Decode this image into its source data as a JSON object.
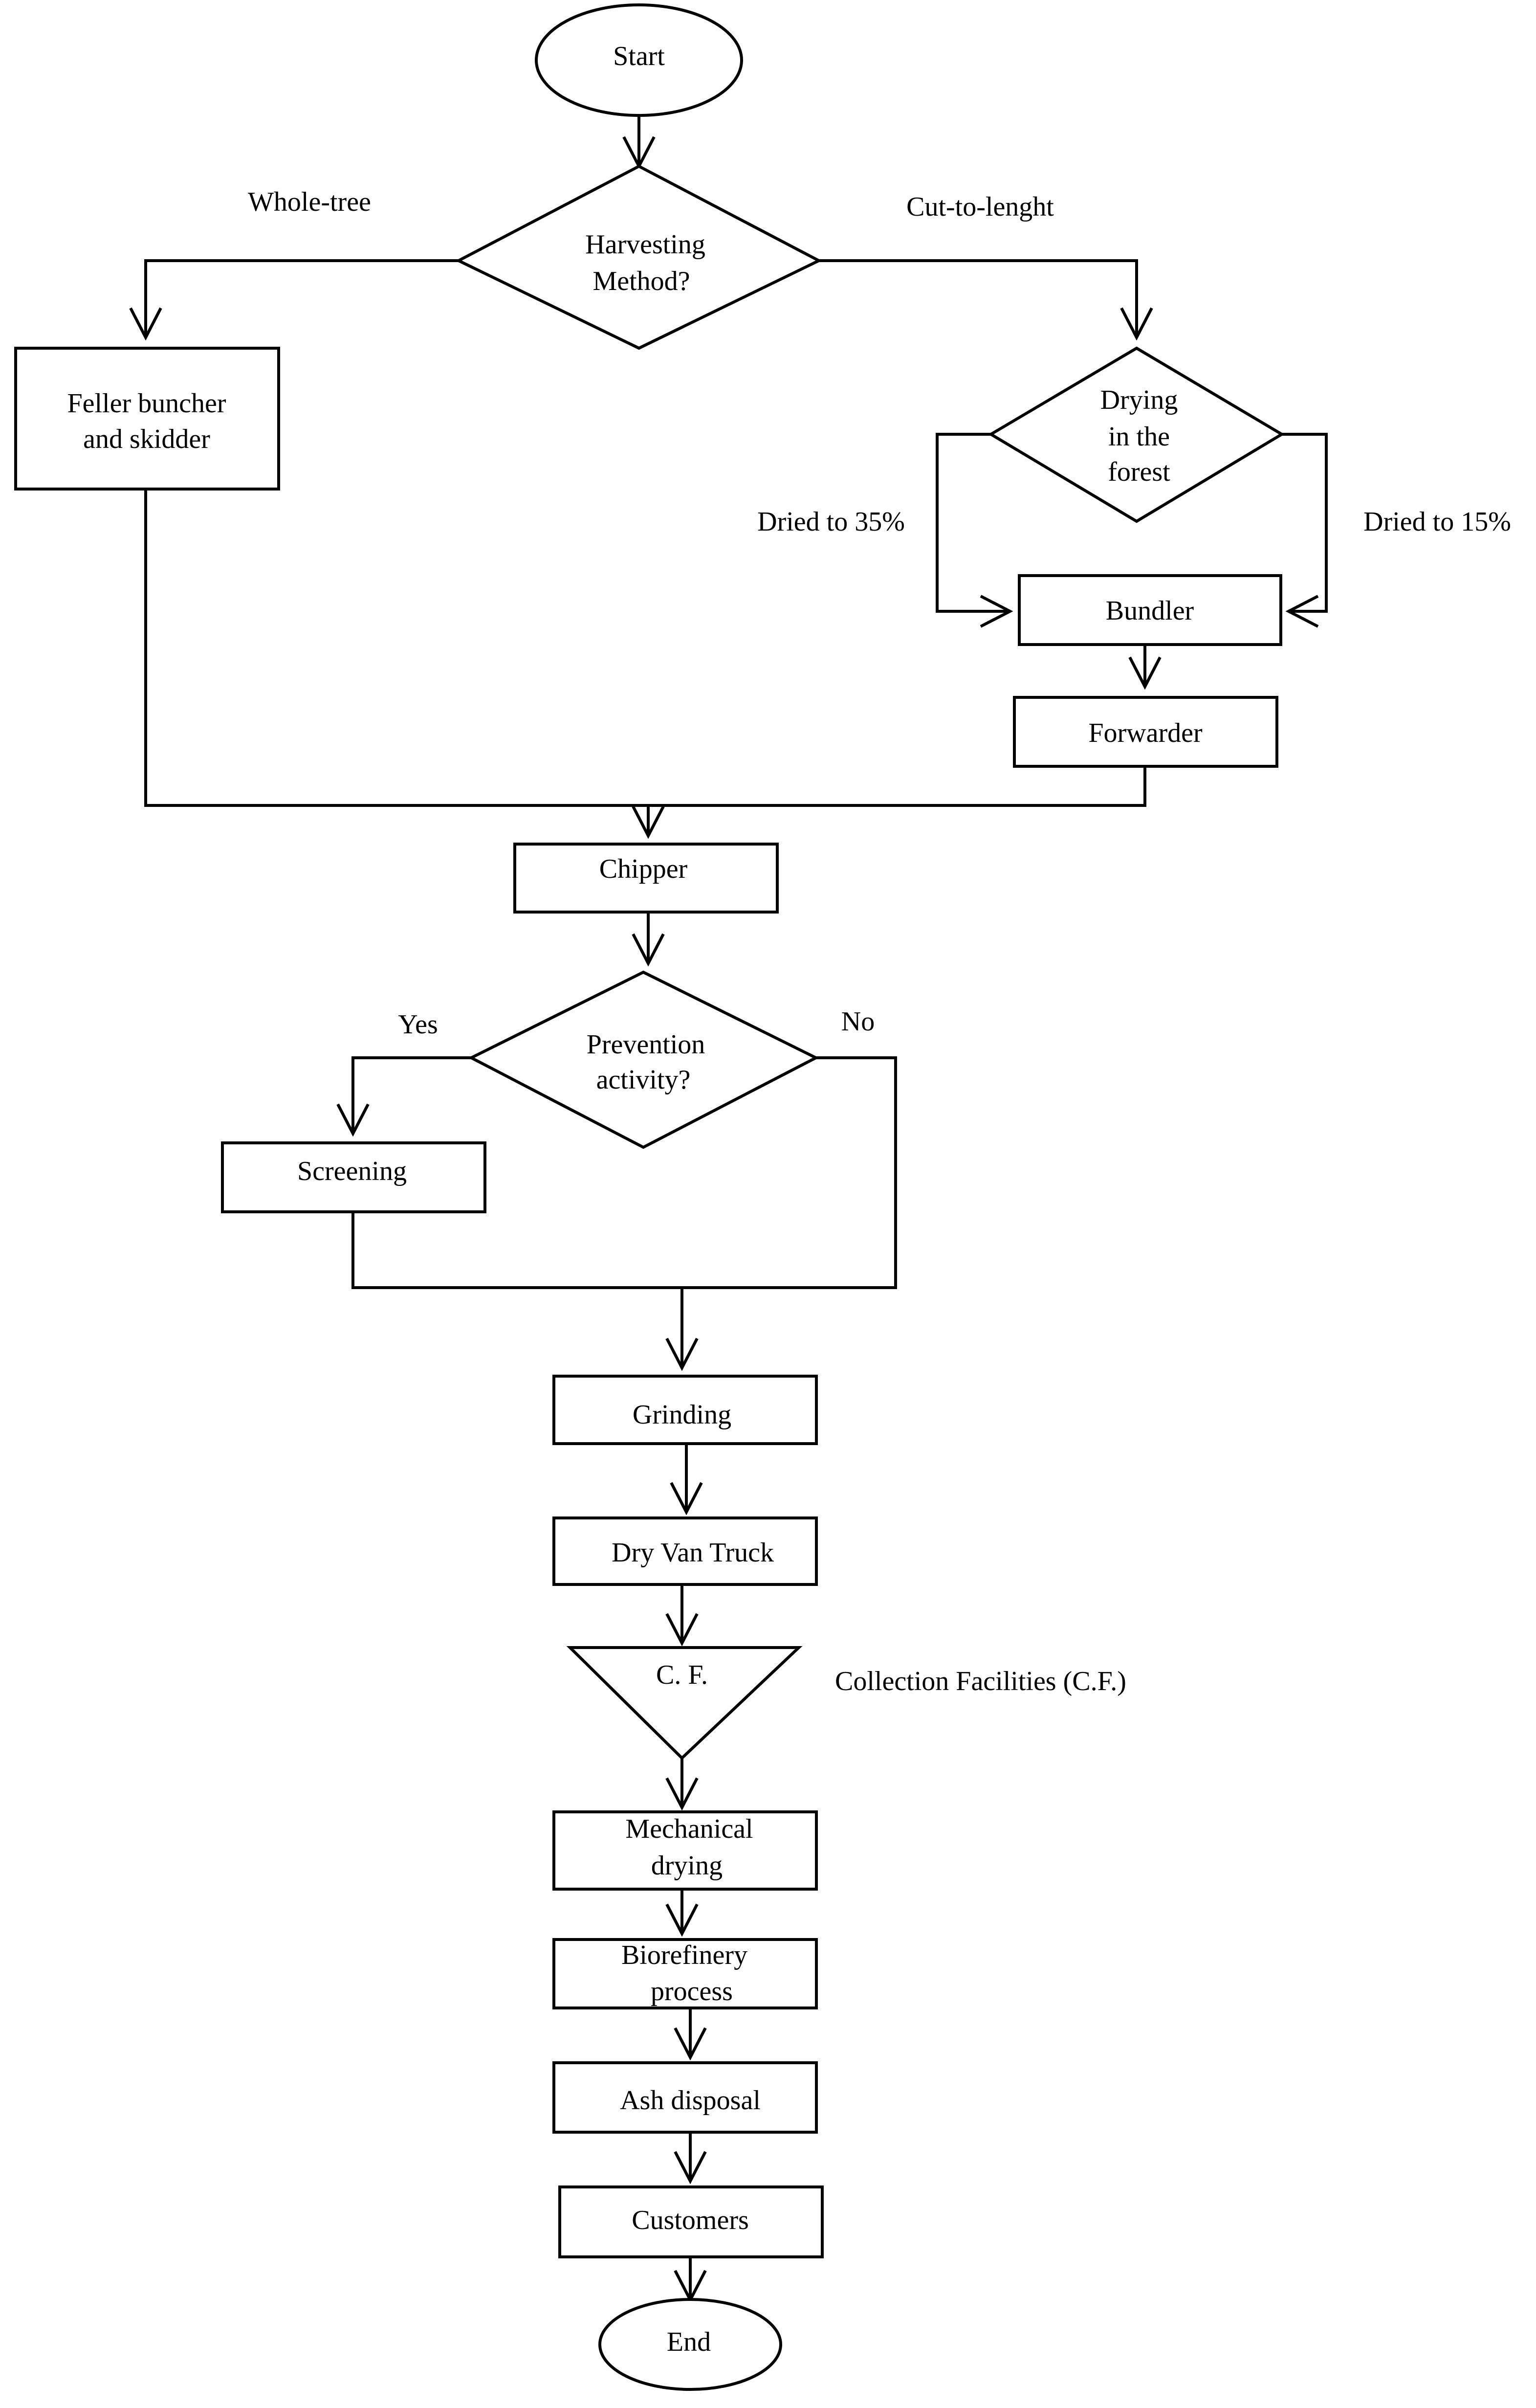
{
  "nodes": {
    "start": "Start",
    "harvesting_1": "Harvesting",
    "harvesting_2": "Method?",
    "feller_1": "Feller buncher",
    "feller_2": "and  skidder",
    "drying_1": "Drying",
    "drying_2": "in the",
    "drying_3": "forest",
    "bundler": "Bundler",
    "forwarder": "Forwarder",
    "chipper": "Chipper",
    "prevention_1": "Prevention",
    "prevention_2": "activity?",
    "screening": "Screening",
    "grinding": "Grinding",
    "dry_van_truck": "Dry Van Truck",
    "cf": "C. F.",
    "mechanical_1": "Mechanical",
    "mechanical_2": "drying",
    "biorefinery_1": "Biorefinery",
    "biorefinery_2": "process",
    "ash_disposal": "Ash disposal",
    "customers": "Customers",
    "end": "End"
  },
  "labels": {
    "whole_tree": "Whole-tree",
    "cut_to_length": "Cut-to-lenght",
    "dried_35": "Dried to 35%",
    "dried_15": "Dried to 15%",
    "yes": "Yes",
    "no": "No",
    "cf_legend": "Collection Facilities (C.F.)"
  }
}
